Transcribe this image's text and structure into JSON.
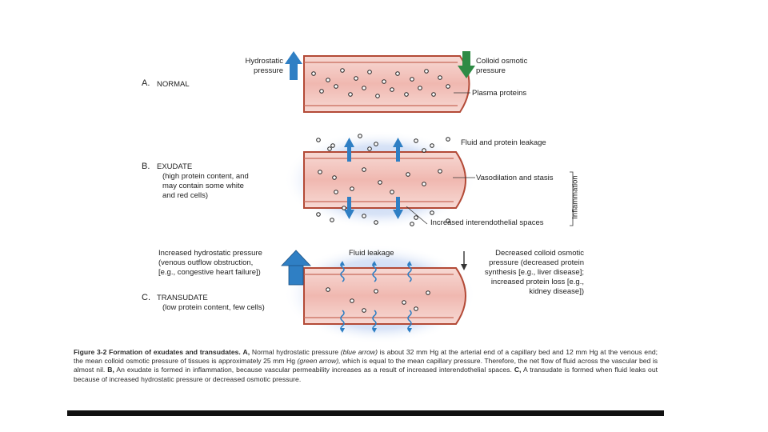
{
  "panel_a": {
    "letter": "A.",
    "title": "NORMAL",
    "hydrostatic_l1": "Hydrostatic",
    "hydrostatic_l2": "pressure",
    "colloid_l1": "Colloid osmotic",
    "colloid_l2": "pressure",
    "plasma_proteins": "Plasma proteins"
  },
  "panel_b": {
    "letter": "B.",
    "title": "EXUDATE",
    "desc_l1": "(high protein content, and",
    "desc_l2": "may contain some white",
    "desc_l3": "and red cells)",
    "leakage": "Fluid and protein leakage",
    "vasodilation": "Vasodilation and stasis",
    "interendothelial": "Increased interendothelial spaces",
    "inflammation": "Inflammation"
  },
  "panel_c": {
    "letter": "C.",
    "title": "TRANSUDATE",
    "desc": "(low protein content, few cells)",
    "hydro_l1": "Increased hydrostatic pressure",
    "hydro_l2": "(venous outflow obstruction,",
    "hydro_l3": "[e.g., congestive heart failure])",
    "fluid_leakage": "Fluid leakage",
    "dec_l1": "Decreased colloid osmotic",
    "dec_l2": "pressure (decreased protein",
    "dec_l3": "synthesis [e.g., liver disease];",
    "dec_l4": "increased protein loss [e.g.,",
    "dec_l5": "kidney disease])"
  },
  "caption": {
    "fig_label": "Figure 3-2",
    "title": "Formation of exudates and transudates.",
    "a_label": "A,",
    "t1": "Normal hydrostatic pressure",
    "t1_em": "(blue arrow)",
    "t2": "is about 32 mm Hg at the arterial end of a capillary bed and 12 mm Hg at the venous end; the mean colloid osmotic pressure of tissues is approximately 25 mm Hg",
    "t2_em": "(green arrow),",
    "t3": "which is equal to the mean capillary pressure. Therefore, the net flow of fluid across the vascular bed is almost nil.",
    "b_label": "B,",
    "t4": "An exudate is formed in inflammation, because vascular permeability increases as a result of increased interendothelial spaces.",
    "c_label": "C,",
    "t5": "A transudate is formed when fluid leaks out because of increased hydrostatic pressure or decreased osmotic pressure."
  },
  "colors": {
    "vessel_fill": "#f2c2bd",
    "vessel_wall": "#c0503c",
    "blue_arrow": "#2f7fc4",
    "green_arrow": "#2e8b45",
    "glow": "#9db8e8"
  }
}
